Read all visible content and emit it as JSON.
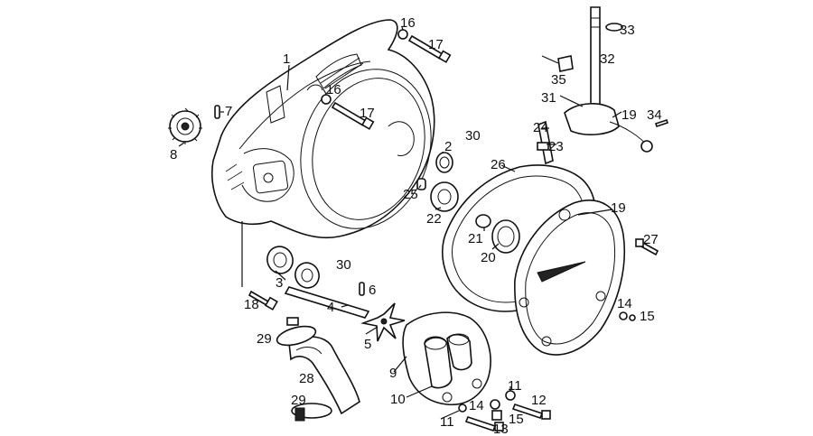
{
  "diagram": {
    "callouts": {
      "c1": "1",
      "c2": "2",
      "c3": "3",
      "c4": "4",
      "c5": "5",
      "c6": "6",
      "c7": "7",
      "c8": "8",
      "c9": "9",
      "c10": "10",
      "c11a": "11",
      "c11b": "11",
      "c12": "12",
      "c13": "13",
      "c14a": "14",
      "c14b": "14",
      "c15a": "15",
      "c15b": "15",
      "c16a": "16",
      "c16b": "16",
      "c17a": "17",
      "c17b": "17",
      "c18": "18",
      "c19a": "19",
      "c19b": "19",
      "c20": "20",
      "c21": "21",
      "c22": "22",
      "c23": "23",
      "c24": "24",
      "c25": "25",
      "c26": "26",
      "c27": "27",
      "c28": "28",
      "c29a": "29",
      "c29b": "29",
      "c30a": "30",
      "c30b": "30",
      "c31": "31",
      "c32": "32",
      "c33": "33",
      "c34": "34",
      "c35": "35"
    }
  }
}
